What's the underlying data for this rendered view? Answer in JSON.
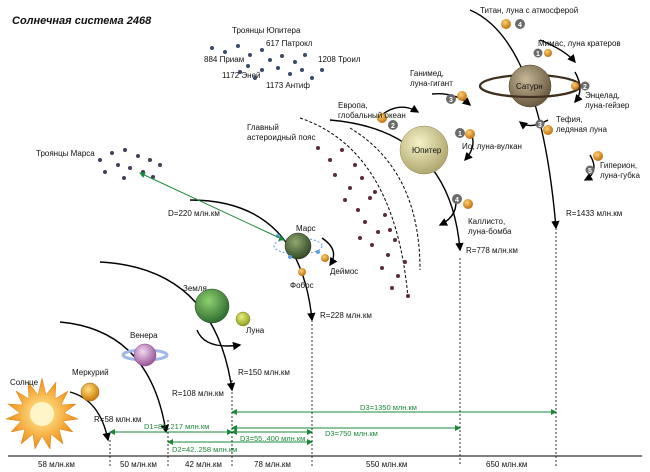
{
  "title": "Солнечная система 2468",
  "sun": "Солнце",
  "planets": {
    "mercury": "Меркурий",
    "venus": "Венера",
    "earth": "Земля",
    "moon": "Луна",
    "mars": "Марс",
    "phobos": "Фобос",
    "deimos": "Деймос",
    "jupiter": "Юпитер",
    "saturn": "Сатурн"
  },
  "radii": {
    "mercury": "R=58 млн.км",
    "venus": "R=108 млн.км",
    "earth": "R=150 млн.км",
    "mars": "R=228 млн.км",
    "jupiter": "R=778 млн.км",
    "saturn": "R=1433 млн.км"
  },
  "trojans_jupiter": {
    "title": "Троянцы Юпитера",
    "items": [
      "617 Патрокл",
      "884 Приам",
      "1208 Троил",
      "1172 Эней",
      "1173 Антиф"
    ]
  },
  "trojans_mars": "Троянцы Марса",
  "mars_distance": "D=220 млн.км",
  "asteroid_belt": [
    "Главный",
    "астероидный пояс"
  ],
  "jupiter_moons": {
    "europa": [
      "Европа,",
      "глобальный океан"
    ],
    "ganymede": [
      "Ганимед,",
      "луна-гигант"
    ],
    "io": "Ио, луна-вулкан",
    "callisto": [
      "Каллисто,",
      "луна-бомба"
    ],
    "numbers": [
      "2",
      "3",
      "1",
      "4"
    ]
  },
  "saturn_moons": {
    "titan": "Титан, луна с атмосферой",
    "mimas": "Мимас, луна кратеров",
    "enceladus": [
      "Энцелад,",
      "луна-гейзер"
    ],
    "tethys": [
      "Тефия,",
      "ледяная луна"
    ],
    "hyperion": [
      "Гиперион,",
      "луна-губка"
    ],
    "numbers": [
      "4",
      "1",
      "2",
      "3",
      "5"
    ]
  },
  "distances": {
    "d1": "D1=82..217 млн.км",
    "d2": "D2=42..258 млн.км",
    "d3": "D3=55..400 млн.км",
    "d4": "D3=750 млн.км",
    "d5": "D3=1350 млн.км"
  },
  "scale": [
    "58 млн.км",
    "50 млн.км",
    "42 млн.км",
    "78 млн.км",
    "550 млн.км",
    "650 млн.км"
  ],
  "colors": {
    "sun": "#f5a623",
    "earth": "#3f8f3f",
    "mars": "#4d6b3a",
    "jupiter": "#d8d29a",
    "saturn": "#8a7a60",
    "accent_green": "#1a8a3a",
    "moon": "#e0a030"
  }
}
